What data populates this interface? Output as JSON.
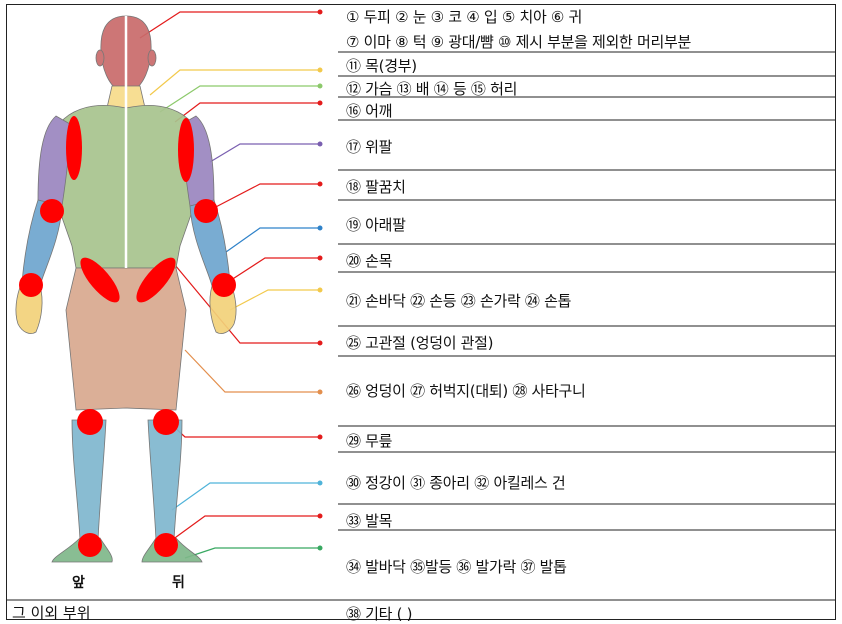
{
  "front_label": "앞",
  "back_label": "뒤",
  "other_part_label": "그 이외 부위",
  "rows": [
    "① 두피   ② 눈   ③ 코   ④ 입   ⑤ 치아   ⑥ 귀",
    "⑦ 이마   ⑧ 턱  ⑨ 광대/뺨   ⑩ 제시 부분을 제외한 머리부분",
    "⑪ 목(경부)",
    "⑫ 가슴   ⑬ 배   ⑭ 등   ⑮ 허리",
    "⑯ 어깨",
    "⑰ 위팔",
    "⑱ 팔꿈치",
    "⑲ 아래팔",
    "⑳ 손목",
    "㉑ 손바닥   ㉒ 손등   ㉓ 손가락   ㉔ 손톱",
    "㉕ 고관절 (엉덩이 관절)",
    "㉖ 엉덩이   ㉗ 허벅지(대퇴)   ㉘ 사타구니",
    "㉙ 무릎",
    "㉚ 정강이   ㉛ 종아리   ㉜ 아킬레스 건",
    "㉝   발목",
    "㉞ 발바닥  ㉟발등  ㊱ 발가락  ㊲ 발톱",
    "㊳ 기타 (                                             )"
  ],
  "colors": {
    "head": "#c96b6b",
    "neck": "#f2c94c",
    "torso": "#a8c48e",
    "shoulder": "#e31b1b",
    "upper_arm": "#9b86c0",
    "forearm": "#6ea6cf",
    "hand": "#f2d27a",
    "thigh": "#d9a98f",
    "shin": "#7fb7cf",
    "foot": "#7fb88a",
    "marker": "#ff0000"
  }
}
